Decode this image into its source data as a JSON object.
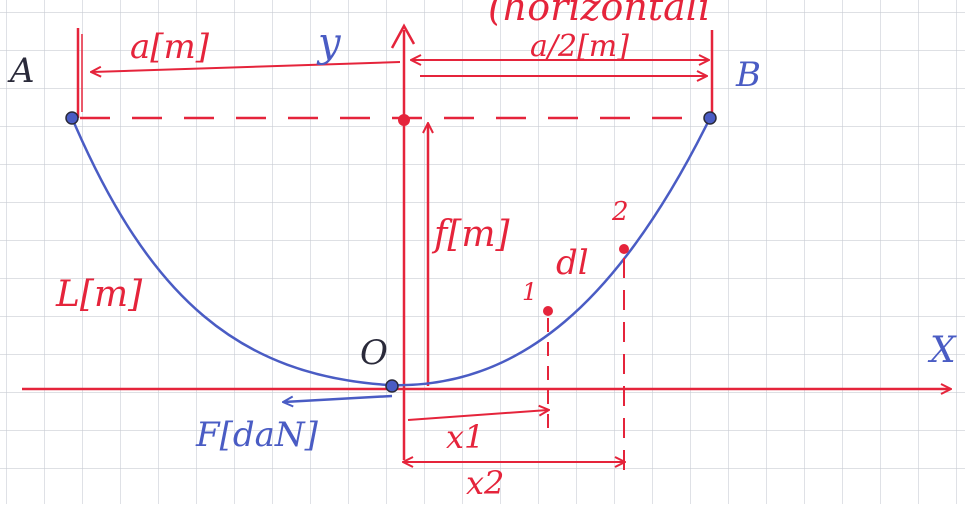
{
  "colors": {
    "paper": "#ffffff",
    "grid": "#c9cdd4",
    "ink_red": "#e5243b",
    "ink_blue": "#4a5cc4",
    "ink_black": "#2a2a3a"
  },
  "labels": {
    "header_text": "(horizontali",
    "point_a": "A",
    "point_b": "B",
    "span_a": "a[m]",
    "span_half": "a/2[m]",
    "axis_y": "y",
    "axis_x": "X",
    "sag_f": "f[m]",
    "length_l": "L[m]",
    "origin": "O",
    "element_dl": "dl",
    "point_1": "1",
    "point_2": "2",
    "x1": "x1",
    "x2": "x2",
    "force_f": "F[daN]"
  }
}
